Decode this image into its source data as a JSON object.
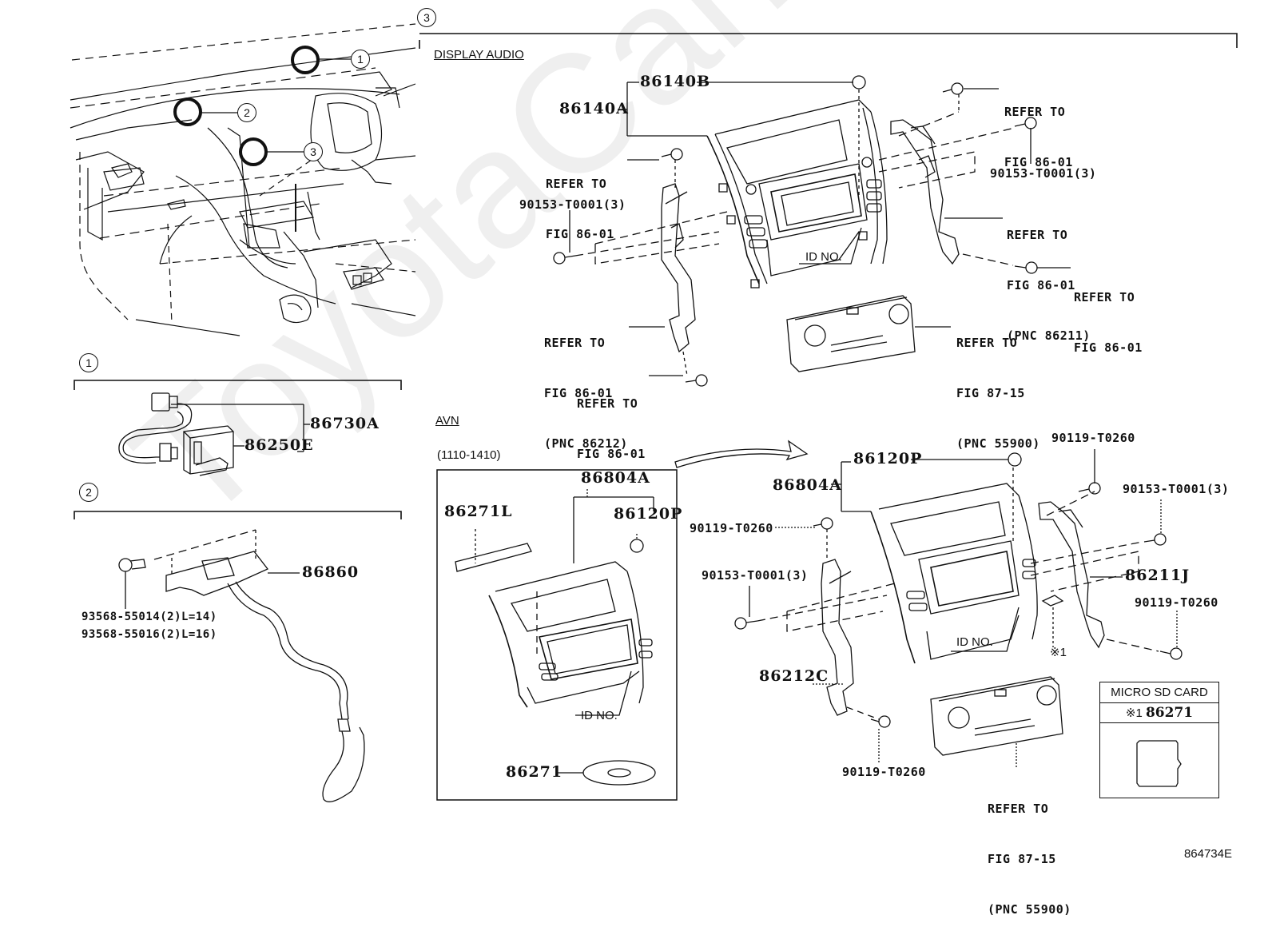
{
  "watermark": "ToyotaCarMine.ru",
  "figure_code": "864734E",
  "overview": {
    "callouts": [
      "1",
      "2",
      "3"
    ]
  },
  "section1": {
    "number": "1",
    "parts": [
      "86730A",
      "86250E"
    ]
  },
  "section2": {
    "number": "2",
    "parts": [
      "86860"
    ],
    "screws": [
      "93568-55014(2)L=14)",
      "93568-55016(2)L=16)"
    ]
  },
  "section3": {
    "number": "3",
    "display_audio": {
      "title": "DISPLAY AUDIO",
      "parts": {
        "assembly": "86140A",
        "knob": "86140B"
      },
      "refs": {
        "top_left_screw": [
          "REFER TO",
          "FIG 86-01"
        ],
        "left_screw_part": "90153-T0001(3)",
        "left_bracket": [
          "REFER TO",
          "FIG 86-01",
          "(PNC 86212)"
        ],
        "bottom_screw": [
          "REFER TO",
          "FIG 86-01"
        ],
        "top_right_screw": [
          "REFER TO",
          "FIG 86-01"
        ],
        "right_screw_part": "90153-T0001(3)",
        "right_bracket": [
          "REFER TO",
          "FIG 86-01",
          "(PNC 86211)"
        ],
        "right_lower_screw": [
          "REFER TO",
          "FIG 86-01"
        ],
        "climate_panel": [
          "REFER TO",
          "FIG 87-15",
          "(PNC 55900)"
        ]
      },
      "id_label": "ID NO."
    },
    "avn": {
      "title": "AVN",
      "date_range": "(1110-1410)",
      "inset": {
        "assembly": "86804A",
        "bracket": "86271L",
        "knob": "86120P",
        "disc": "86271",
        "id_label": "ID NO."
      },
      "main": {
        "assembly": "86804A",
        "knob": "86120P",
        "screw_top_left": "90119-T0260",
        "screw_left_part": "90153-T0001(3)",
        "left_bracket": "86212C",
        "screw_bottom": "90119-T0260",
        "screw_top_right": "90119-T0260",
        "screw_right_part": "90153-T0001(3)",
        "right_bracket": "86211J",
        "screw_right_lower": "90119-T0260",
        "sd_marker": "※1",
        "climate_panel": [
          "REFER TO",
          "FIG 87-15",
          "(PNC 55900)"
        ],
        "id_label": "ID NO."
      },
      "sd_card_box": {
        "title": "MICRO SD CARD",
        "marker": "※1",
        "part": "86271"
      }
    }
  }
}
